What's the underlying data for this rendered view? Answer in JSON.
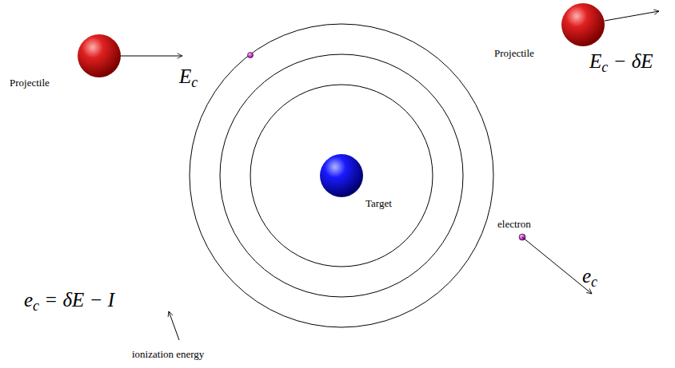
{
  "diagram": {
    "labels": [
      "Projectile",
      "Ec",
      "Projectile",
      "Ec − δE",
      "Target",
      "electron",
      "ec",
      "ec = δE − I",
      "ionization energy"
    ]
  }
}
